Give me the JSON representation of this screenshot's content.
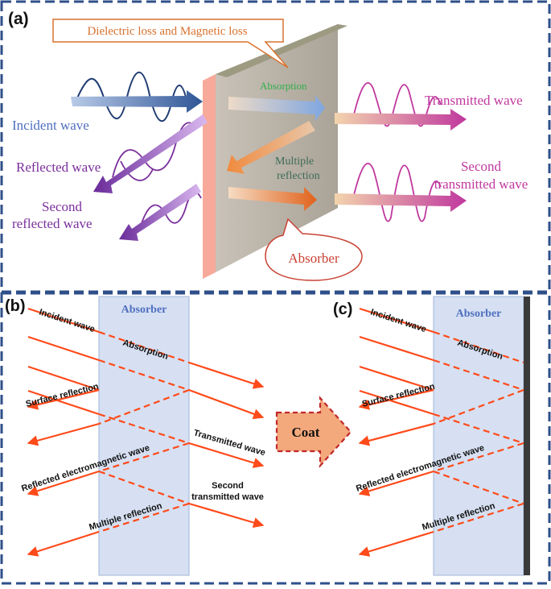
{
  "panel_a": {
    "label": "(a)",
    "loss_callout": "Dielectric loss and Magnetic loss",
    "absorption": "Absorption",
    "incident": "Incident wave",
    "reflected": "Reflected wave",
    "second_reflected_l1": "Second",
    "second_reflected_l2": "reflected wave",
    "multiple_l1": "Multiple",
    "multiple_l2": "reflection",
    "transmitted": "Transmitted wave",
    "second_transmitted_l1": "Second",
    "second_transmitted_l2": "transmitted wave",
    "absorber_callout": "Absorber"
  },
  "panel_b": {
    "label": "(b)",
    "absorber": "Absorber",
    "incident": "Incident wave",
    "absorption": "Absorption",
    "surface_reflection": "Surface reflection",
    "transmitted": "Transmitted wave",
    "reflected_em": "Reflected electromagnetic wave",
    "second_transmitted_l1": "Second",
    "second_transmitted_l2": "transmitted wave",
    "multiple_reflection": "Multiple reflection"
  },
  "coat_label": "Coat",
  "panel_c": {
    "label": "(c)",
    "absorber": "Absorber",
    "incident": "Incident wave",
    "absorption": "Absorption",
    "surface_reflection": "Surface reflection",
    "reflected_em": "Reflected electromagnetic wave",
    "multiple_reflection": "Multiple reflection"
  },
  "colors": {
    "frame": "#2f4f8a",
    "ray": "#ff4a1a",
    "absorber_fill": "#d6e0f2",
    "callout_orange": "#d7722e",
    "callout_red": "#c84234",
    "incident_blue": "#4f6fbf",
    "reflected_purple": "#7a2f9c",
    "transmitted_magenta": "#c0389e",
    "absorption_green": "#2fb04a",
    "coat_fill": "#f4a97c",
    "coat_border": "#c0282a"
  }
}
